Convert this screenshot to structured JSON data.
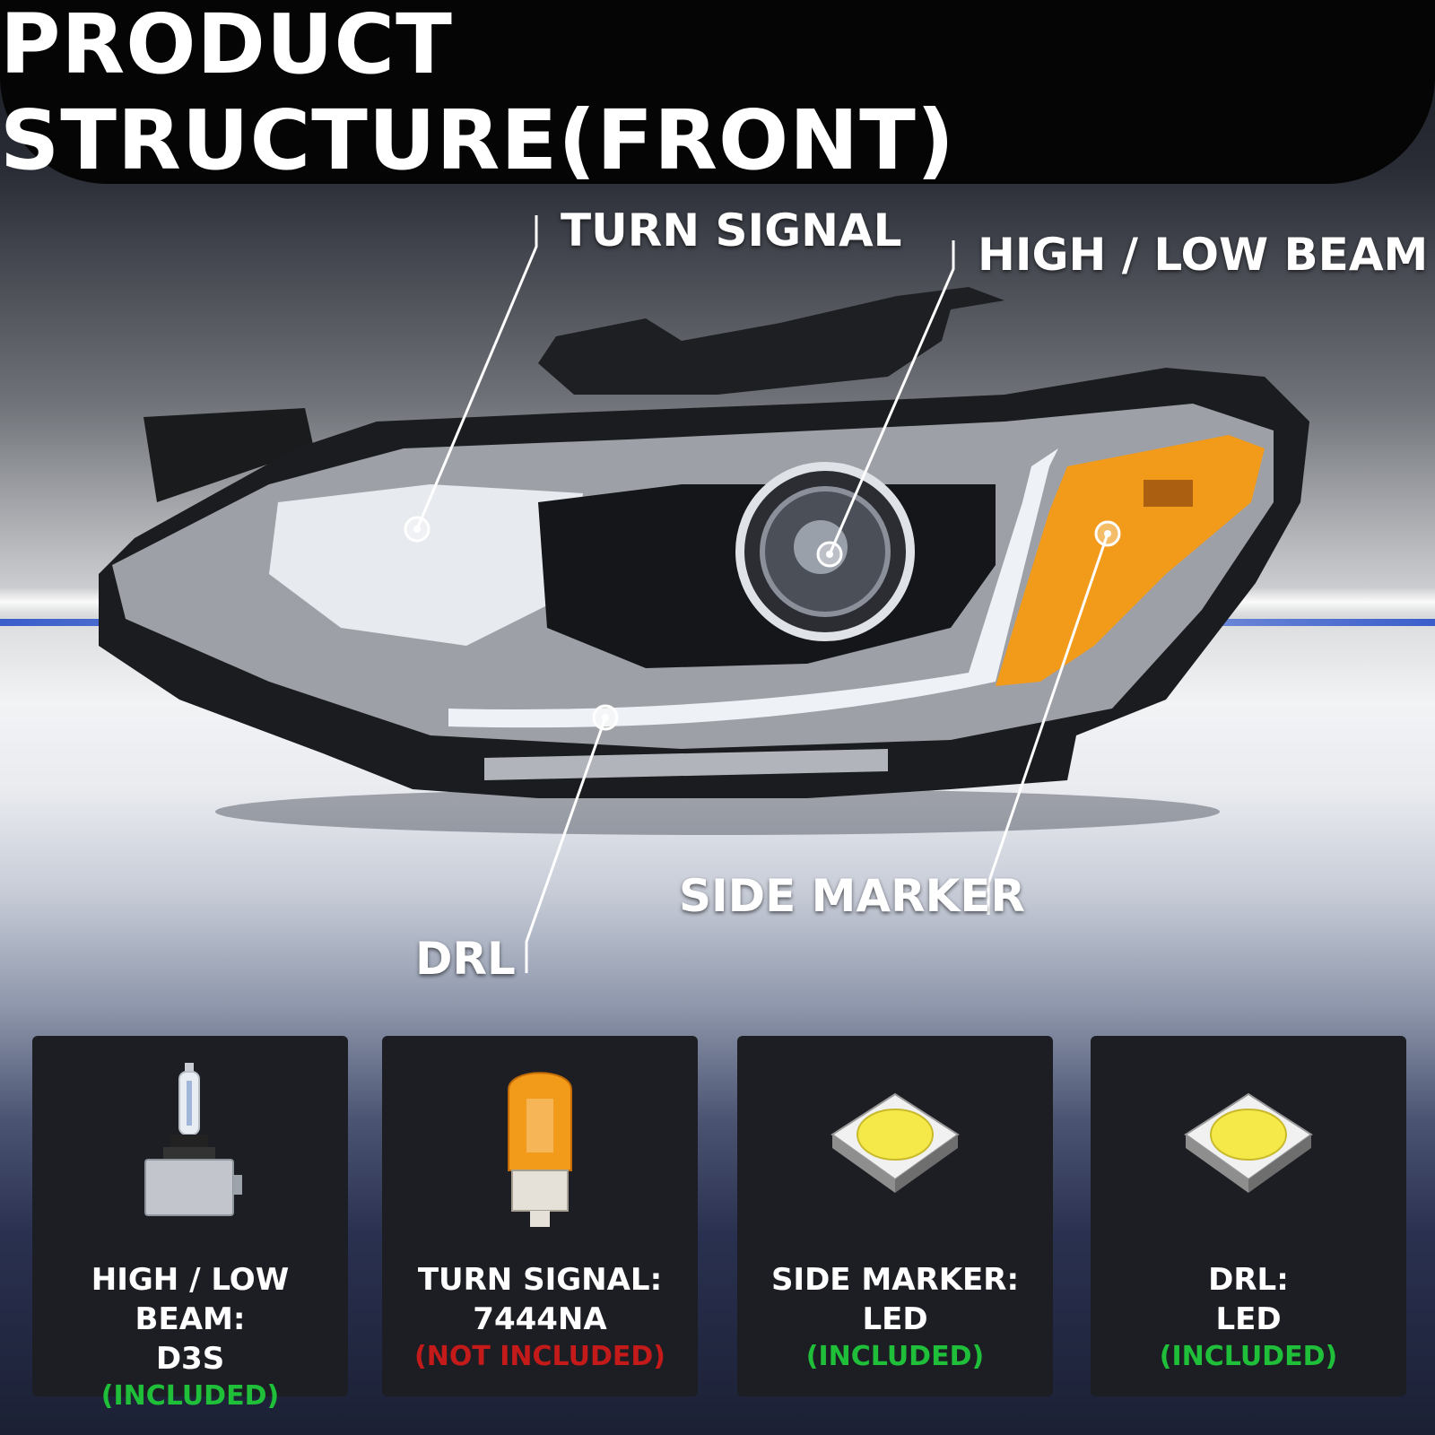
{
  "header": {
    "title": "PRODUCT STRUCTURE(FRONT)"
  },
  "callouts": {
    "turn_signal": "TURN SIGNAL",
    "beam": "HIGH / LOW BEAM",
    "side_marker": "SIDE MARKER",
    "drl": "DRL"
  },
  "cards": [
    {
      "name": "HIGH / LOW BEAM:",
      "spec": "D3S",
      "status": "(INCLUDED)",
      "icon": "hid-bulb-icon"
    },
    {
      "name": "TURN SIGNAL:",
      "spec": "7444NA",
      "status": "(NOT INCLUDED)",
      "icon": "amber-bulb-icon"
    },
    {
      "name": "SIDE MARKER:",
      "spec": "LED",
      "status": "(INCLUDED)",
      "icon": "led-chip-icon"
    },
    {
      "name": "DRL:",
      "spec": "LED",
      "status": "(INCLUDED)",
      "icon": "led-chip-icon"
    }
  ],
  "colors": {
    "included": "#1fbf3a",
    "not_included": "#c41a1a",
    "amber": "#f29a1a",
    "header_bg": "#050505"
  }
}
